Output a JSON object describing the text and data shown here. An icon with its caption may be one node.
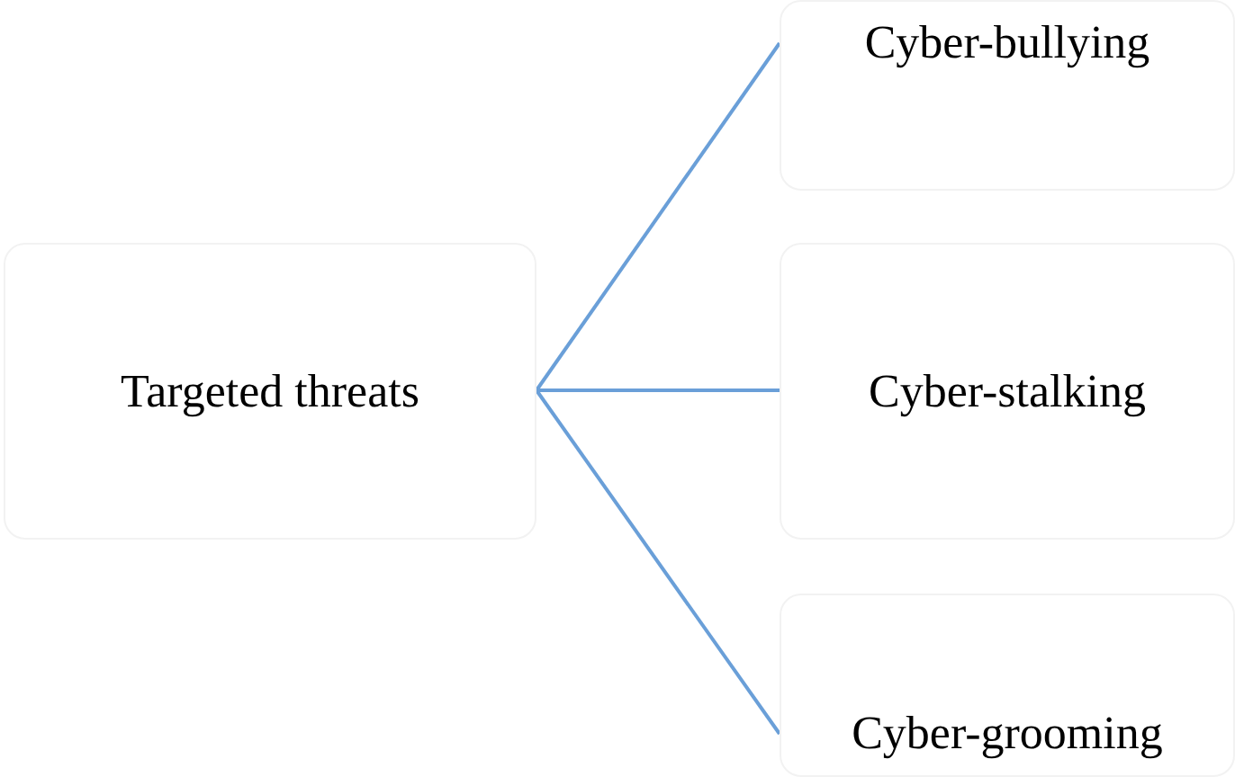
{
  "diagram": {
    "nodes": [
      {
        "text": [
          "Targeted threats"
        ]
      },
      {
        "text": [
          "Cyber-bullying"
        ]
      },
      {
        "text": [
          "Cyber-stalking"
        ]
      },
      {
        "text": [
          "Cyber-grooming"
        ]
      }
    ],
    "edges": [
      {
        "from": 0,
        "to": 1,
        "arrow": "none"
      },
      {
        "from": 0,
        "to": 2,
        "arrow": "none"
      },
      {
        "from": 0,
        "to": 3,
        "arrow": "none"
      }
    ]
  }
}
